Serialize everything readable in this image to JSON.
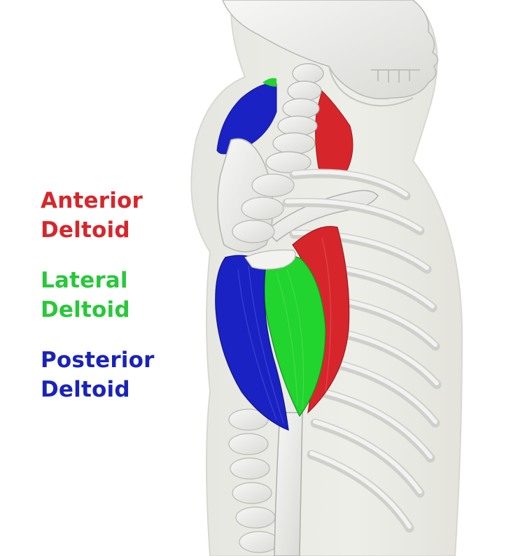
{
  "labels": [
    {
      "line1": "Anterior",
      "line2": "Deltoid",
      "color": "#d7262b"
    },
    {
      "line1": "Lateral",
      "line2": "Deltoid",
      "color": "#28c83a"
    },
    {
      "line1": "Posterior",
      "line2": "Deltoid",
      "color": "#1a23b8"
    }
  ],
  "colors": {
    "anterior": "#d7262b",
    "lateral": "#22d42e",
    "posterior": "#1a22c4",
    "bone": "#ededed",
    "body": "#eaeae4"
  }
}
